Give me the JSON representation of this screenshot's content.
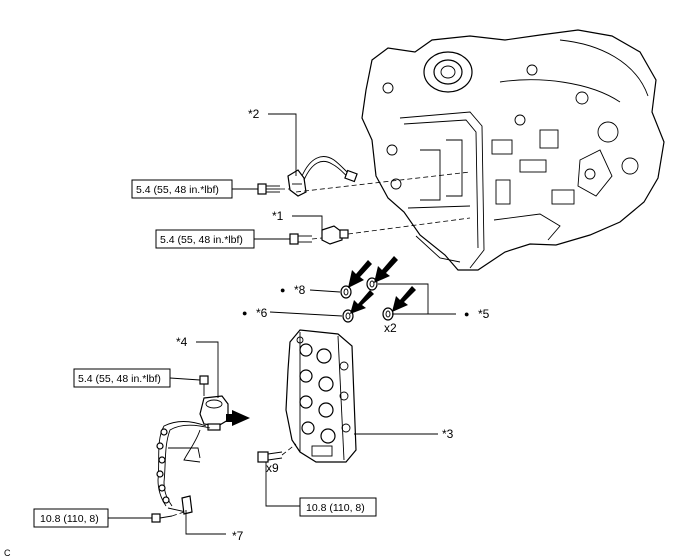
{
  "callouts": {
    "c1": "*1",
    "c2": "*2",
    "c3": "*3",
    "c4": "*4",
    "c5": "*5",
    "c6": "*6",
    "c7": "*7",
    "c8": "*8"
  },
  "torques": {
    "sensor2": "5.4 (55, 48 in.*lbf)",
    "sensor1": "5.4 (55, 48 in.*lbf)",
    "solenoid": "5.4 (55, 48 in.*lbf)",
    "wire_bracket": "10.8 (110, 8)",
    "valve_body": "10.8 (110, 8)"
  },
  "quantities": {
    "gaskets": "x2",
    "bolts": "x9"
  },
  "bullets": {
    "b8": "●",
    "b6": "●",
    "b5": "●"
  },
  "figure_code": "C"
}
